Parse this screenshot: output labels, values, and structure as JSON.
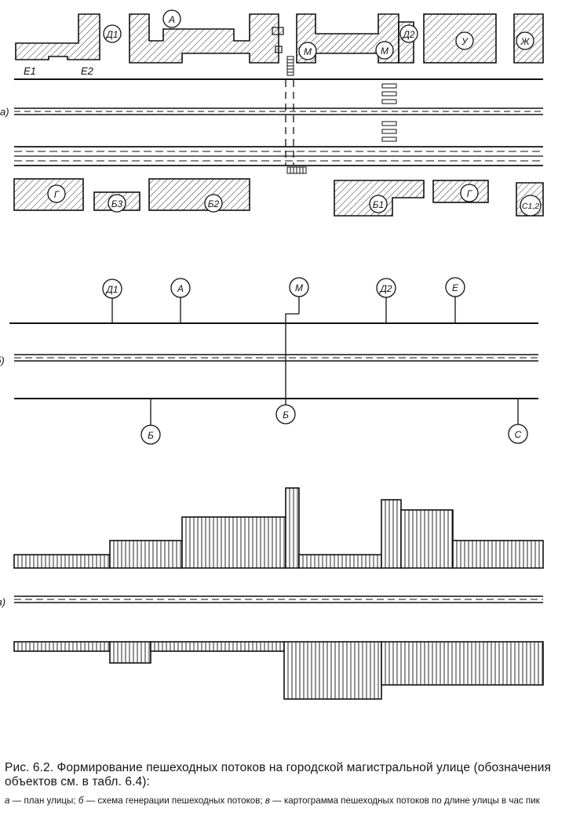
{
  "panel_letters": {
    "a": "а)",
    "b": "б)",
    "v": "в)"
  },
  "plan": {
    "north_labels": [
      "Д1",
      "А",
      "М",
      "М",
      "Д2",
      "У",
      "Ж"
    ],
    "entrance_labels": [
      "Е1",
      "Е2"
    ],
    "south_labels": [
      "Г",
      "Б3",
      "Б2",
      "Б1",
      "Г",
      "С1,2"
    ]
  },
  "scheme": {
    "north_nodes": [
      "Д1",
      "А",
      "М",
      "Д2",
      "Е"
    ],
    "south_nodes": [
      "Б",
      "Б",
      "С"
    ]
  },
  "caption": {
    "title": "Рис. 6.2. Формирование пешеходных потоков на городской магистральной улице (обозначения объектов см. в табл. 6.4):",
    "legend_parts": [
      {
        "text": "а",
        "italic": true
      },
      {
        "text": " — план улицы; ",
        "italic": false
      },
      {
        "text": "б",
        "italic": true
      },
      {
        "text": " — схема генерации пешеходных потоков; ",
        "italic": false
      },
      {
        "text": "в",
        "italic": true
      },
      {
        "text": " — картограмма пешеходных потоков по длине улицы в час пик",
        "italic": false
      }
    ]
  }
}
